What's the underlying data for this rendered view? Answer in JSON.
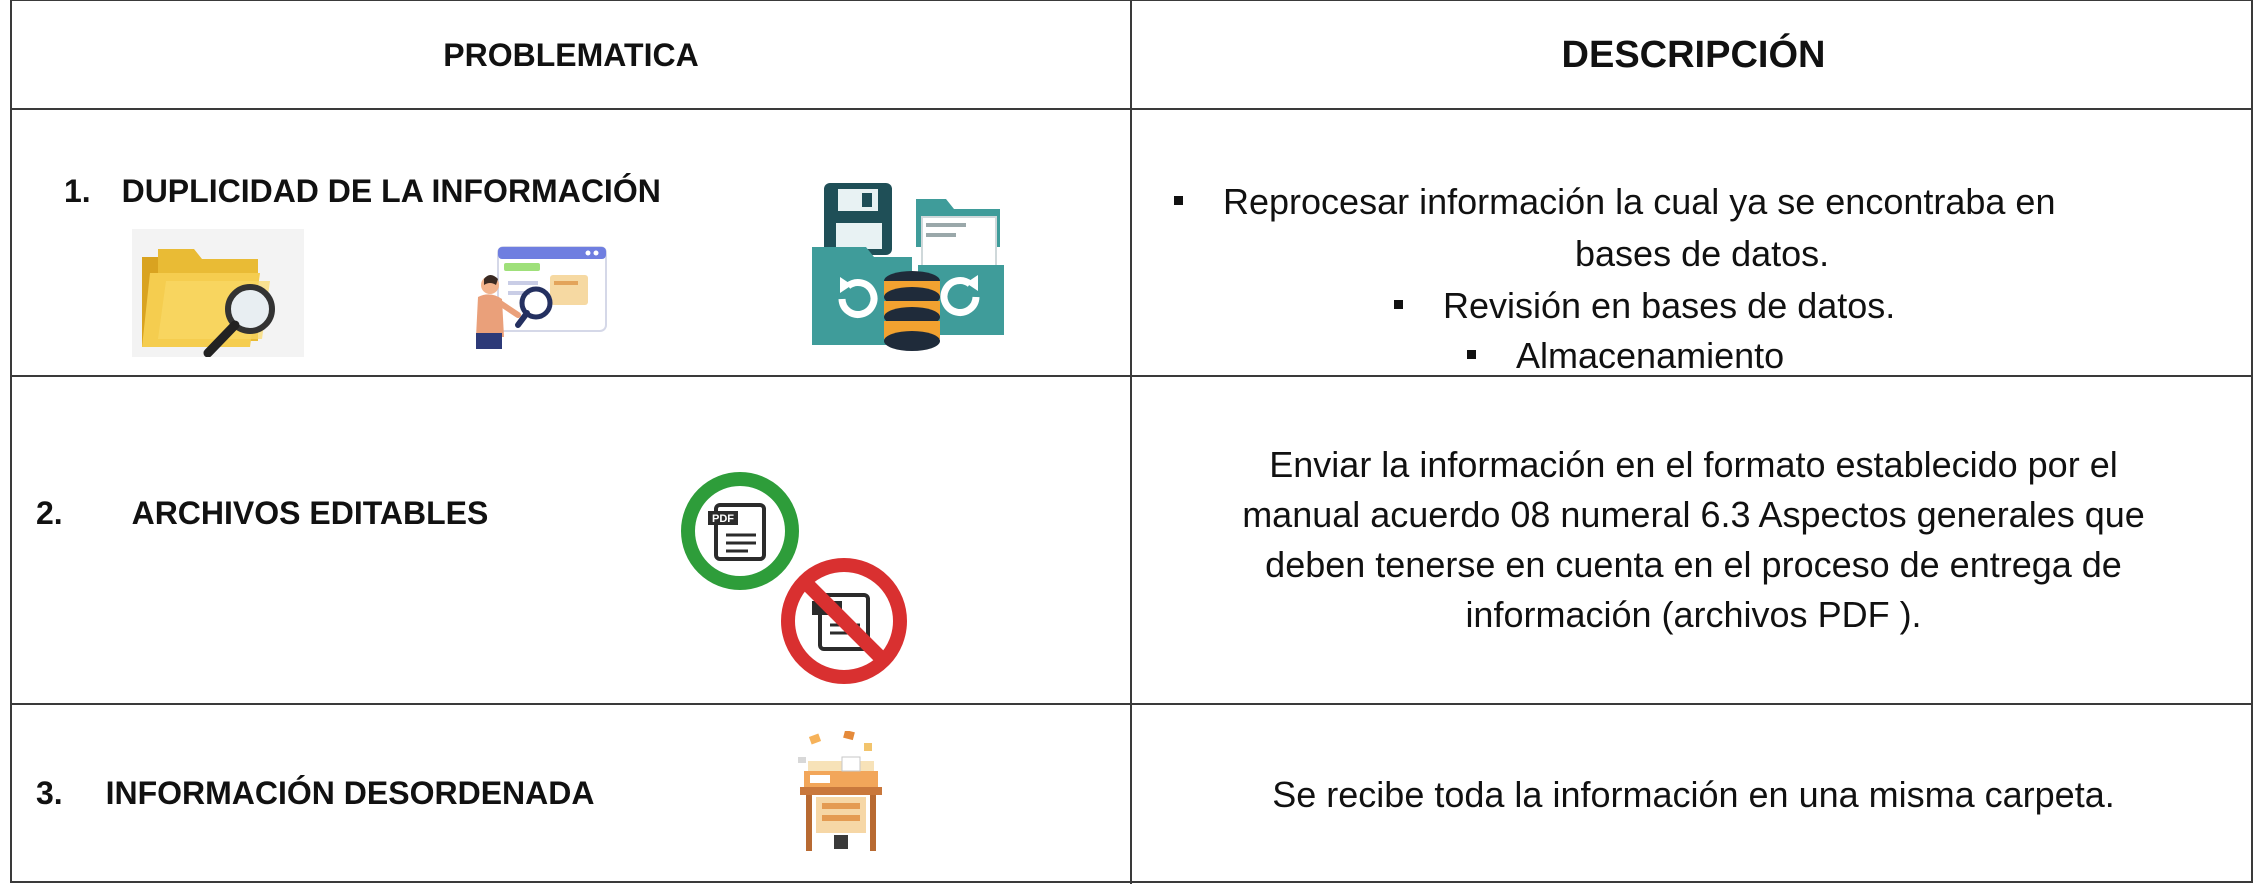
{
  "header": {
    "col1": "PROBLEMATICA",
    "col2": "DESCRIPCIÓN"
  },
  "rows": [
    {
      "number": "1.",
      "title": "DUPLICIDAD DE LA INFORMACIÓN",
      "bullets": [
        "Reprocesar información la cual ya se encontraba en",
        "bases de datos.",
        "Revisión en bases de datos.",
        "Almacenamiento"
      ],
      "icons": [
        "folder-search-icon",
        "person-browser-search-icon",
        "folder-database-icon"
      ]
    },
    {
      "number": "2.",
      "title": "ARCHIVOS EDITABLES",
      "description": [
        "Enviar la información en el formato establecido por el",
        "manual acuerdo 08 numeral 6.3 Aspectos generales que",
        "deben tenerse en cuenta en el proceso de entrega de",
        "información (archivos PDF )."
      ],
      "icons": [
        "pdf-allowed-icon",
        "pdf-forbidden-icon"
      ]
    },
    {
      "number": "3.",
      "title": "INFORMACIÓN DESORDENADA",
      "description": [
        "Se recibe toda la información en una misma carpeta."
      ],
      "icons": [
        "messy-desk-icon"
      ]
    }
  ],
  "colors": {
    "border": "#3a3a3a",
    "folder": "#e8b830",
    "teal": "#3f9c9a",
    "green": "#2e9d3a",
    "red": "#d93030"
  }
}
